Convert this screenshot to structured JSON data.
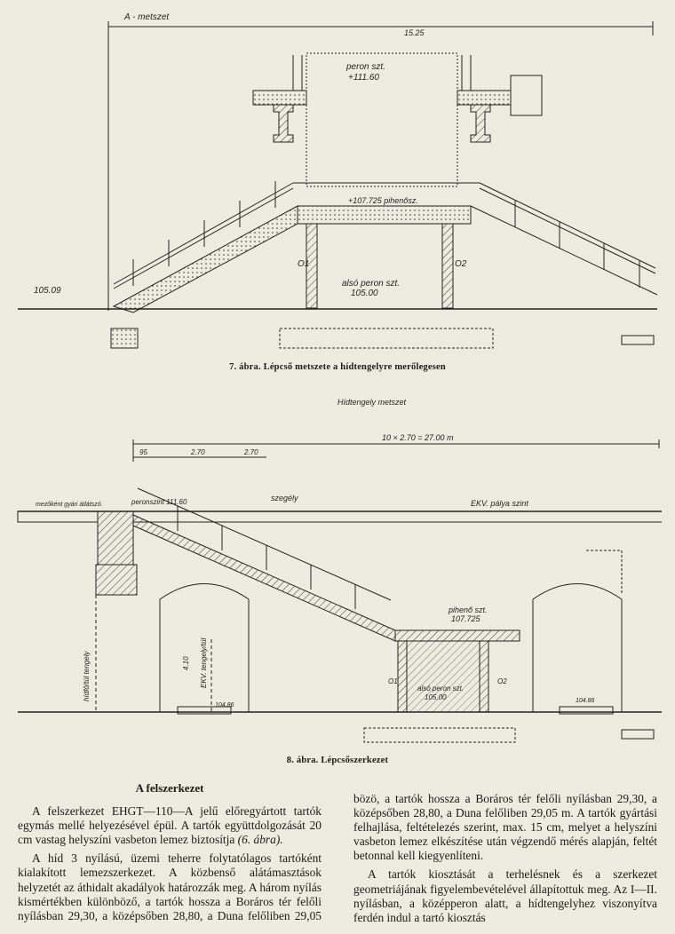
{
  "figure7": {
    "labels": {
      "section_title": "A - metszet",
      "top_dim": "15.25",
      "peron_level_a": "peron szt.",
      "peron_level_b": "+111.60",
      "landing": "+107.725 pihenősz.",
      "pillar_left": "O1",
      "pillar_right": "O2",
      "ground_level": "105.09",
      "lower_peron_a": "alsó peron szt.",
      "lower_peron_b": "105.00"
    },
    "caption": "7. ábra. Lépcső metszete a hídtengelyre merőlegesen"
  },
  "figure8": {
    "labels": {
      "section_title": "Hídtengely metszet",
      "top_dim": "10 × 2.70 = 27.00 m",
      "dim_a": "95",
      "dim_b": "2.70",
      "dim_c": "2.70",
      "deck_left": "mezőként gyári átlátszó.",
      "peron_level": "peronszint 111.60",
      "kerb": "szegély",
      "deck_right": "EKV. pálya szint",
      "landing_a": "pihenő szt.",
      "landing_b": "107.725",
      "vertical_left": "hídfő/túl tengely",
      "height_dim": "4.10",
      "vertical_mid": "EKV. tengely/túl",
      "level_left": "104.86",
      "level_right": "104.86",
      "lower_peron_a": "alsó peron szt.",
      "lower_peron_b": "105.00",
      "pillar_left": "O1",
      "pillar_right": "O2"
    },
    "caption": "8. ábra. Lépcsőszerkezet"
  },
  "text": {
    "heading": "A felszerkezet",
    "left_p1": "A felszerkezet EHGT—110—A jelű előregyártott tartók egymás mellé helyezésével épül. A tartók együttdolgozását 20 cm vastag helyszíni vasbeton lemez biztosítja",
    "left_p1_ref": "(6. ábra).",
    "left_p2": "A híd 3 nyílású, üzemi teherre folytatólagos tartóként kialakított lemezszerkezet. A közbenső alátámasztások helyzetét az áthidalt akadályok határozzák meg. A három nyílás kismértékben különböző, a tartók hossza a Boráros tér felőli nyílásban 29,30, a középsőben 28,80, a Duna felőliben 29,05 m. A tartók gyártási felhajlása, feltételezés szerint, max. 15 cm, melyet a helyszíni vasbeton lemez elkészítése után végzendő mérés alapján, feltét betonnal kell kiegyenlíteni.",
    "right_p2": "A tartók kiosztását a terhelésnek és a szerkezet geometriájának figyelembevételével állapítottuk meg. Az I—II. nyílásban, a középperon alatt, a hídtengelyhez viszonyítva ferdén indul a tartó kiosztás"
  }
}
